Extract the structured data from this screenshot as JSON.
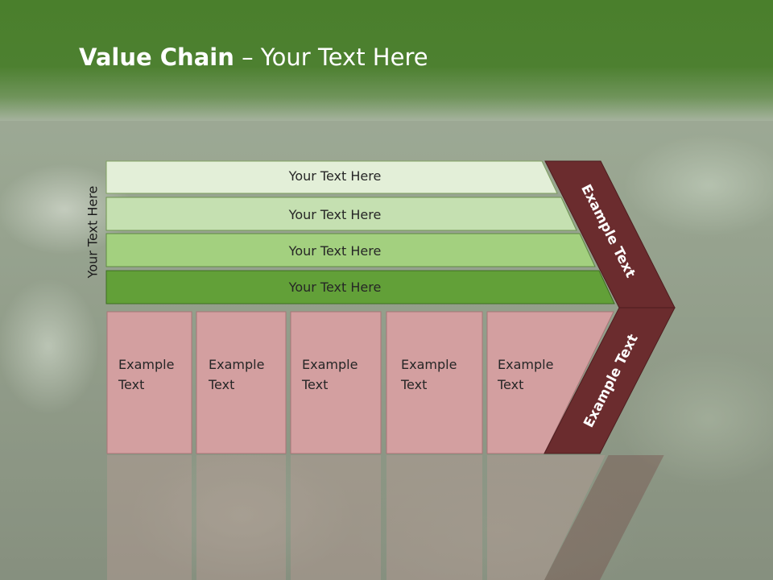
{
  "slide": {
    "title_bold": "Value Chain",
    "title_rest": " – Your Text Here",
    "side_label": "Your Text Here"
  },
  "bars": [
    {
      "label": "Your Text Here",
      "color": "#e3efd8"
    },
    {
      "label": "Your Text Here",
      "color": "#c5e0b1"
    },
    {
      "label": "Your Text Here",
      "color": "#a3d07f"
    },
    {
      "label": "Your Text Here",
      "color": "#62a038"
    }
  ],
  "boxes": [
    {
      "line1": "Example",
      "line2": "Text"
    },
    {
      "line1": "Example",
      "line2": "Text"
    },
    {
      "line1": "Example",
      "line2": "Text"
    },
    {
      "line1": "Example",
      "line2": "Text"
    },
    {
      "line1": "Example",
      "line2": "Text"
    }
  ],
  "arrow": {
    "top_label": "Example Text",
    "bottom_label": "Example Text",
    "color": "#6b2c2e"
  },
  "colors": {
    "header_green": "#4a7f2c",
    "box_pink": "#d39fa0"
  }
}
